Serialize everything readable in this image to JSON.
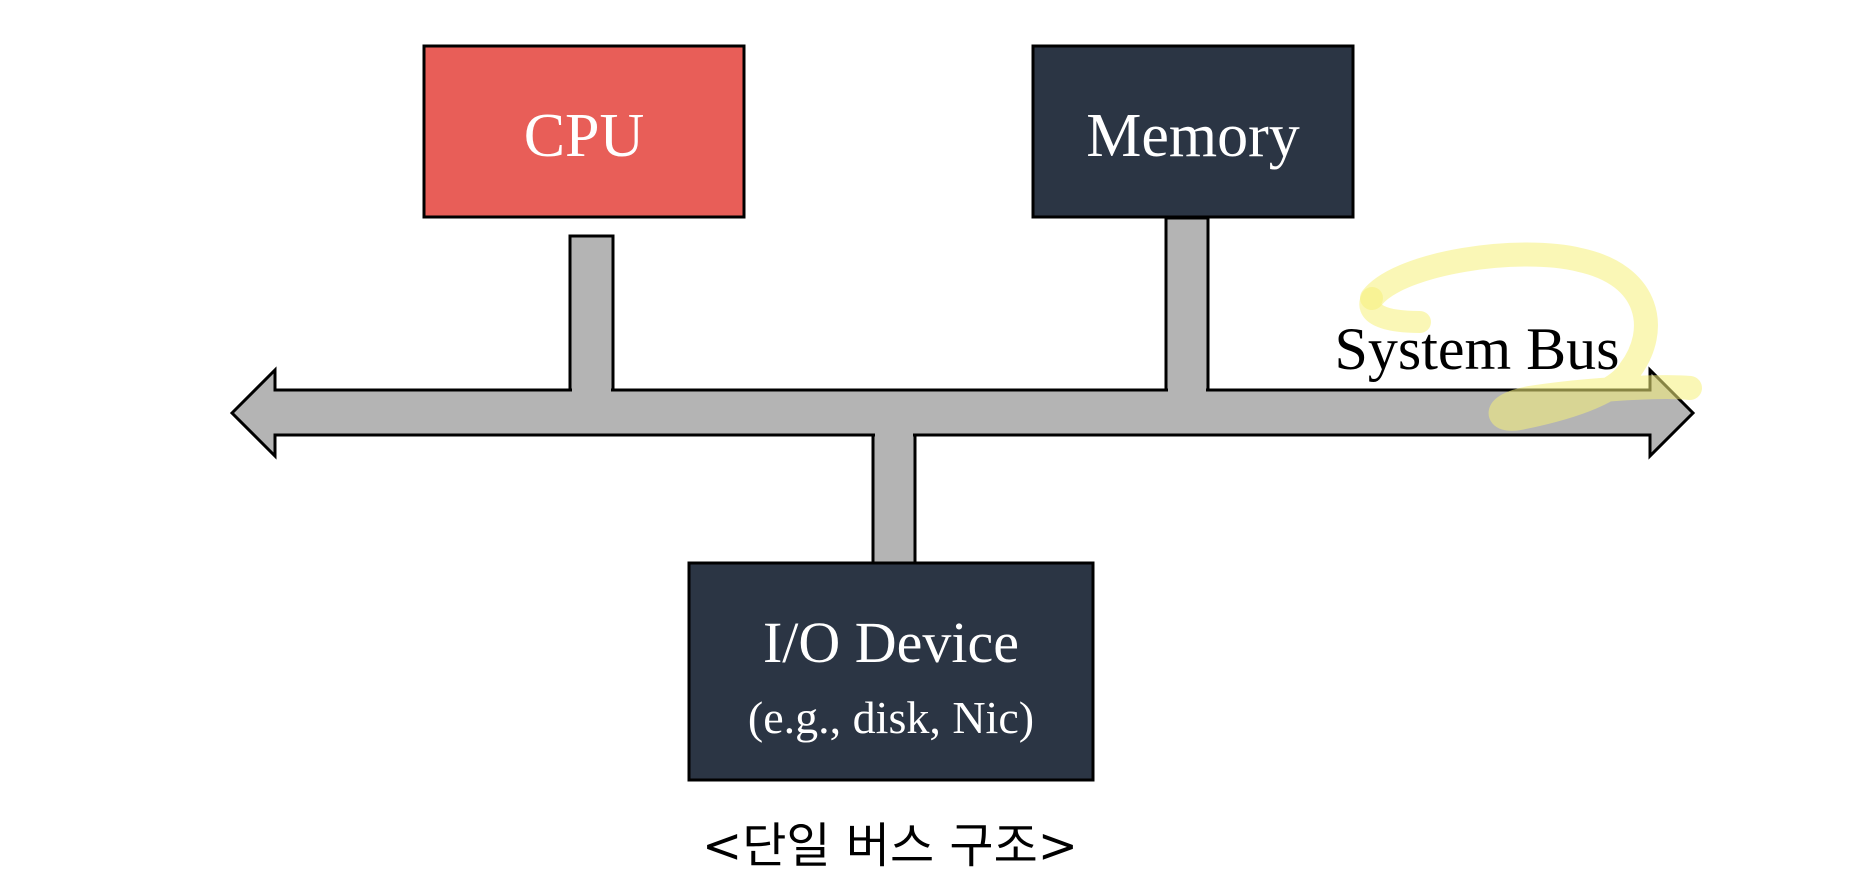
{
  "diagram": {
    "cpu_label": "CPU",
    "memory_label": "Memory",
    "io_label": "I/O Device",
    "io_sublabel": "(e.g., disk, Nic)",
    "bus_label": "System Bus",
    "caption": "<단일 버스 구조>"
  },
  "colors": {
    "cpu": "#e85e58",
    "memory": "#2b3544",
    "io": "#2b3544",
    "bus": "#b4b4b4",
    "highlight": "#f5f07a"
  }
}
